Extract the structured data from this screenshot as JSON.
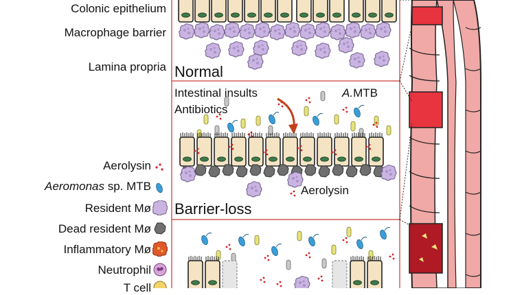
{
  "left_labels": {
    "colonic_epithelium": "Colonic epithelium",
    "macrophage_barrier": "Macrophage barrier",
    "lamina_propria": "Lamina propria"
  },
  "panels": {
    "normal": {
      "title": "Normal"
    },
    "barrier_loss": {
      "title": "Barrier-loss",
      "insults": "Intestinal insults",
      "antibiotics": "Antibiotics",
      "amtb_prefix": "A.",
      "amtb_suffix": "MTB",
      "aerolysin_note": "Aerolysin"
    }
  },
  "legend": {
    "aerolysin": "Aerolysin",
    "aeromonas_italic": "Aeromonas",
    "aeromonas_rest": " sp. MTB",
    "resident": "Resident Mø",
    "dead_resident": "Dead resident Mø",
    "inflammatory": "Inflammatory Mø",
    "neutrophil": "Neutrophil",
    "tcell": "T cell"
  },
  "colors": {
    "panel_border": "#d45a5a",
    "cell_fill": "#f4e4c4",
    "nucleus": "#3f7a4a",
    "macrophage": "#c9b4e2",
    "dead_macrophage": "#6f6f6f",
    "bacteria": "#3a9ed8",
    "aerolysin": "#d81f1f",
    "insult_arrow": "#c2411c",
    "colon_red": "#e8343e",
    "colon_pink": "#f0a9a6"
  },
  "icons": [
    "aerolysin-dots-icon",
    "bacterium-icon",
    "resident-macrophage-icon",
    "dead-macrophage-icon",
    "inflammatory-macrophage-icon",
    "neutrophil-icon",
    "t-cell-icon",
    "down-arrow-icon"
  ]
}
